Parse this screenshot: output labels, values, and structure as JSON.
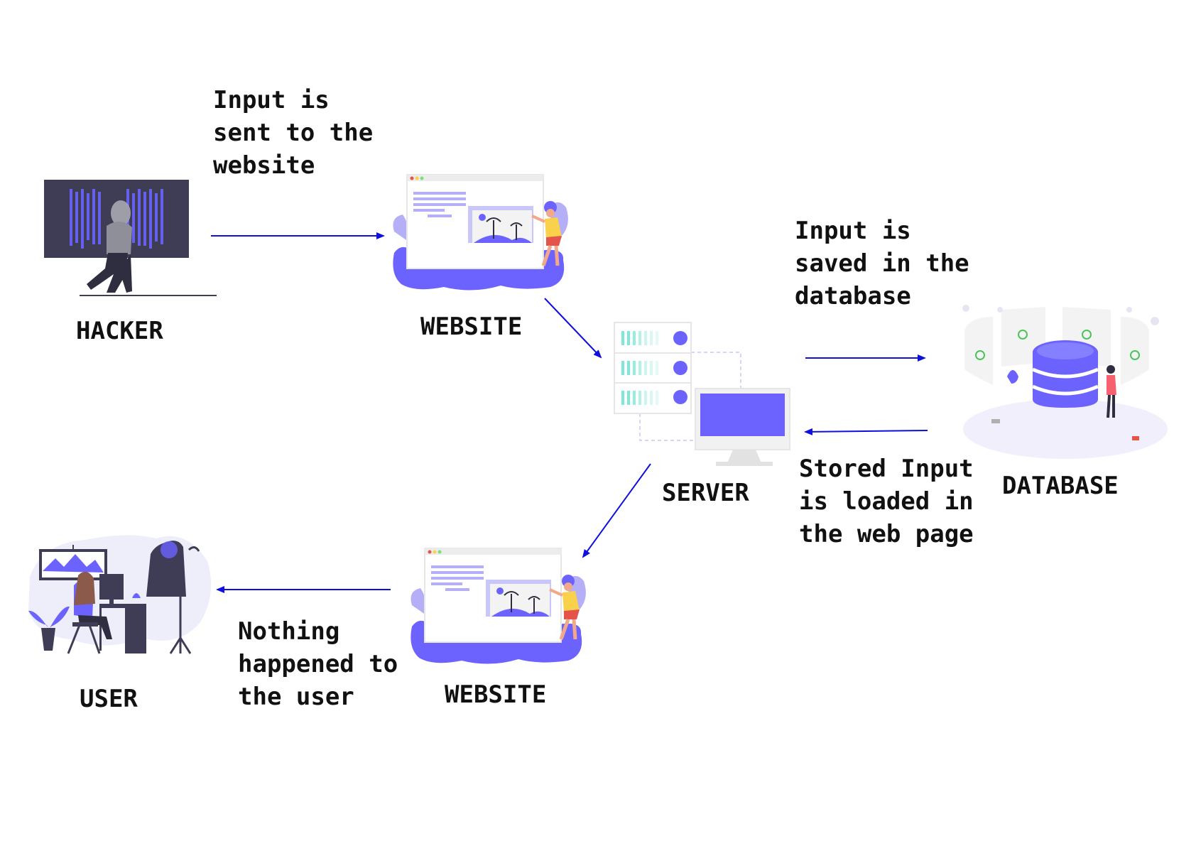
{
  "colors": {
    "arrow": "#1010dd",
    "accent": "#6c63ff",
    "dark_panel": "#3f3d56",
    "teal": "#7de8d8",
    "skin": "#f2a88a",
    "yellow": "#f9d14a",
    "red": "#e5544b",
    "pink": "#f6606f"
  },
  "nodes": {
    "hacker": {
      "label": "HACKER",
      "icon": "hacker-illustration"
    },
    "website_top": {
      "label": "WEBSITE",
      "icon": "website-illustration"
    },
    "server": {
      "label": "SERVER",
      "icon": "server-illustration"
    },
    "database": {
      "label": "DATABASE",
      "icon": "database-illustration"
    },
    "website_bottom": {
      "label": "WEBSITE",
      "icon": "website-illustration"
    },
    "user": {
      "label": "USER",
      "icon": "user-illustration"
    }
  },
  "edges": [
    {
      "from": "hacker",
      "to": "website_top",
      "caption": "Input is\nsent to the\nwebsite"
    },
    {
      "from": "website_top",
      "to": "server",
      "caption": ""
    },
    {
      "from": "server",
      "to": "database",
      "caption": "Input is\nsaved in the\ndatabase"
    },
    {
      "from": "database",
      "to": "server",
      "caption": "Stored Input\nis loaded in\nthe web page"
    },
    {
      "from": "server",
      "to": "website_bottom",
      "caption": ""
    },
    {
      "from": "website_bottom",
      "to": "user",
      "caption": "Nothing\nhappened to\nthe user"
    }
  ]
}
